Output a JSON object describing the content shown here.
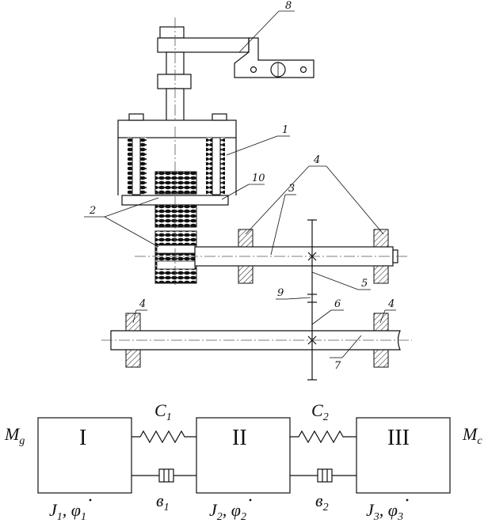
{
  "callouts": {
    "c1": "1",
    "c2": "2",
    "c3": "3",
    "c4a": "4",
    "c4b": "4",
    "c4c": "4",
    "c5": "5",
    "c6": "6",
    "c7": "7",
    "c8": "8",
    "c9": "9",
    "c10": "10"
  },
  "model": {
    "mass1": "I",
    "mass2": "II",
    "mass3": "III",
    "moment_in": "M",
    "moment_in_sub": "g",
    "moment_out": "M",
    "moment_out_sub": "c",
    "spring1": "C",
    "spring1_sub": "1",
    "spring2": "C",
    "spring2_sub": "2",
    "damper1": "в",
    "damper1_sub": "1",
    "damper2": "в",
    "damper2_sub": "2",
    "inertia1": "J",
    "inertia1_sub": "1",
    "inertia1_rate": "φ",
    "inertia2": "J",
    "inertia2_sub": "2",
    "inertia2_rate": "φ",
    "inertia3": "J",
    "inertia3_sub": "3",
    "inertia3_rate": "φ",
    "sep": ", "
  }
}
